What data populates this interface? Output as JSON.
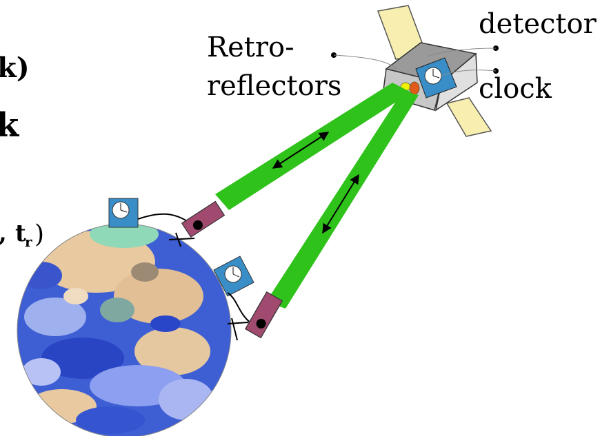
{
  "labels": {
    "retro_line1": "Retro-",
    "retro_line2": "reflectors",
    "detector": "detector",
    "clock": "clock"
  },
  "cropped_text": {
    "line1": "k)",
    "line2": "k",
    "tr_comma": ",",
    "tr_t": "t",
    "tr_sub": "r",
    "tr_paren": ")"
  },
  "colors": {
    "beam": "#2fc21a",
    "telescope": "#a04a70",
    "clock_face": "#3a8ec8",
    "panel": "#f7eeb0",
    "satellite_body": "#b8b8b8"
  },
  "icons": [
    "globe",
    "satellite",
    "solar-panel",
    "clock-icon",
    "laser-telescope",
    "retroreflector",
    "double-arrow"
  ]
}
